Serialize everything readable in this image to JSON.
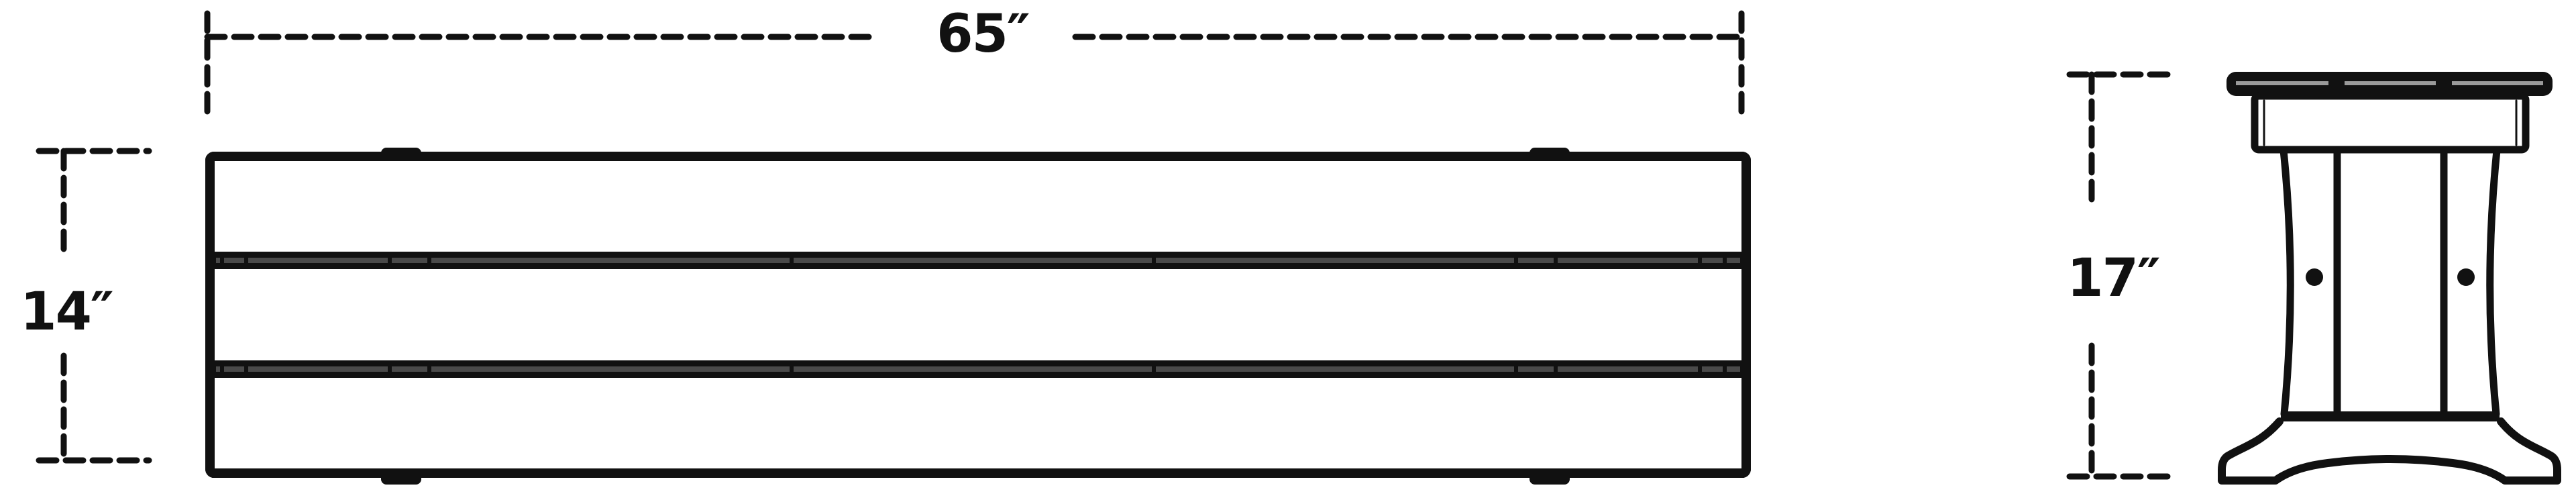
{
  "diagram": {
    "subject": "backless bench dimension drawing",
    "colors": {
      "stroke": "#111111",
      "slat_gap": "#4a4a4a",
      "background": "#ffffff"
    },
    "front_view": {
      "name": "front-view",
      "slat_count": 3,
      "width_dimension": {
        "label": "65″",
        "value_in": 65
      },
      "depth_dimension": {
        "label": "14″",
        "value_in": 14
      }
    },
    "side_view": {
      "name": "side-view",
      "top_slat_count": 3,
      "leg_count": 2,
      "bolt_count": 2,
      "height_dimension": {
        "label": "17″",
        "value_in": 17
      }
    }
  }
}
